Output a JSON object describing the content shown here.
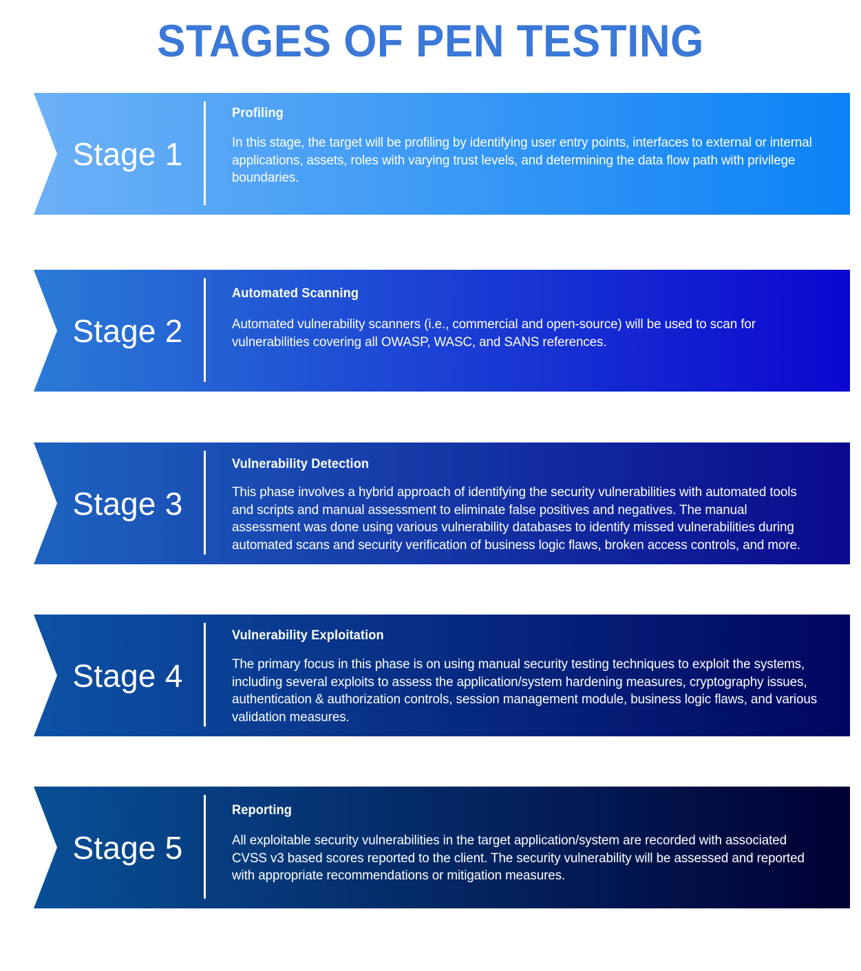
{
  "page": {
    "title": "STAGES OF PEN TESTING",
    "title_color": "#3b78d8",
    "background": "#ffffff"
  },
  "stages": [
    {
      "label": "Stage 1",
      "heading": "Profiling",
      "body": "In this stage, the target will be profiling by identifying user entry points, interfaces to external or internal applications, assets, roles with varying trust levels, and determining the data flow path with privilege boundaries.",
      "gradient_from": "#6cb0f7",
      "gradient_to": "#0b83f5"
    },
    {
      "label": "Stage 2",
      "heading": "Automated Scanning",
      "body": "Automated vulnerability scanners (i.e., commercial and open-source) will be used to scan for vulnerabilities covering all OWASP, WASC, and SANS references.",
      "gradient_from": "#2b7ad6",
      "gradient_to": "#0b07d0"
    },
    {
      "label": "Stage 3",
      "heading": "Vulnerability Detection",
      "body": "This phase involves a hybrid approach of identifying the security vulnerabilities with automated tools and scripts and manual assessment to eliminate false positives and negatives. The manual assessment was done using various vulnerability databases to identify missed vulnerabilities during automated scans and security verification of business logic flaws, broken access controls, and more.",
      "gradient_from": "#1e63c0",
      "gradient_to": "#0a0a8c"
    },
    {
      "label": "Stage 4",
      "heading": "Vulnerability Exploitation",
      "body": "The primary focus in this phase is on using manual security testing techniques to exploit the systems, including several exploits to assess the application/system hardening measures, cryptography issues, authentication & authorization controls, session management module, business logic flaws, and various validation measures.",
      "gradient_from": "#0d52a5",
      "gradient_to": "#000560"
    },
    {
      "label": "Stage 5",
      "heading": "Reporting",
      "body": "All exploitable security vulnerabilities in the target application/system are recorded with associated CVSS v3 based scores reported to the client. The security vulnerability will be assessed and reported with appropriate recommendations or mitigation measures.",
      "gradient_from": "#084f96",
      "gradient_to": "#000033"
    }
  ]
}
